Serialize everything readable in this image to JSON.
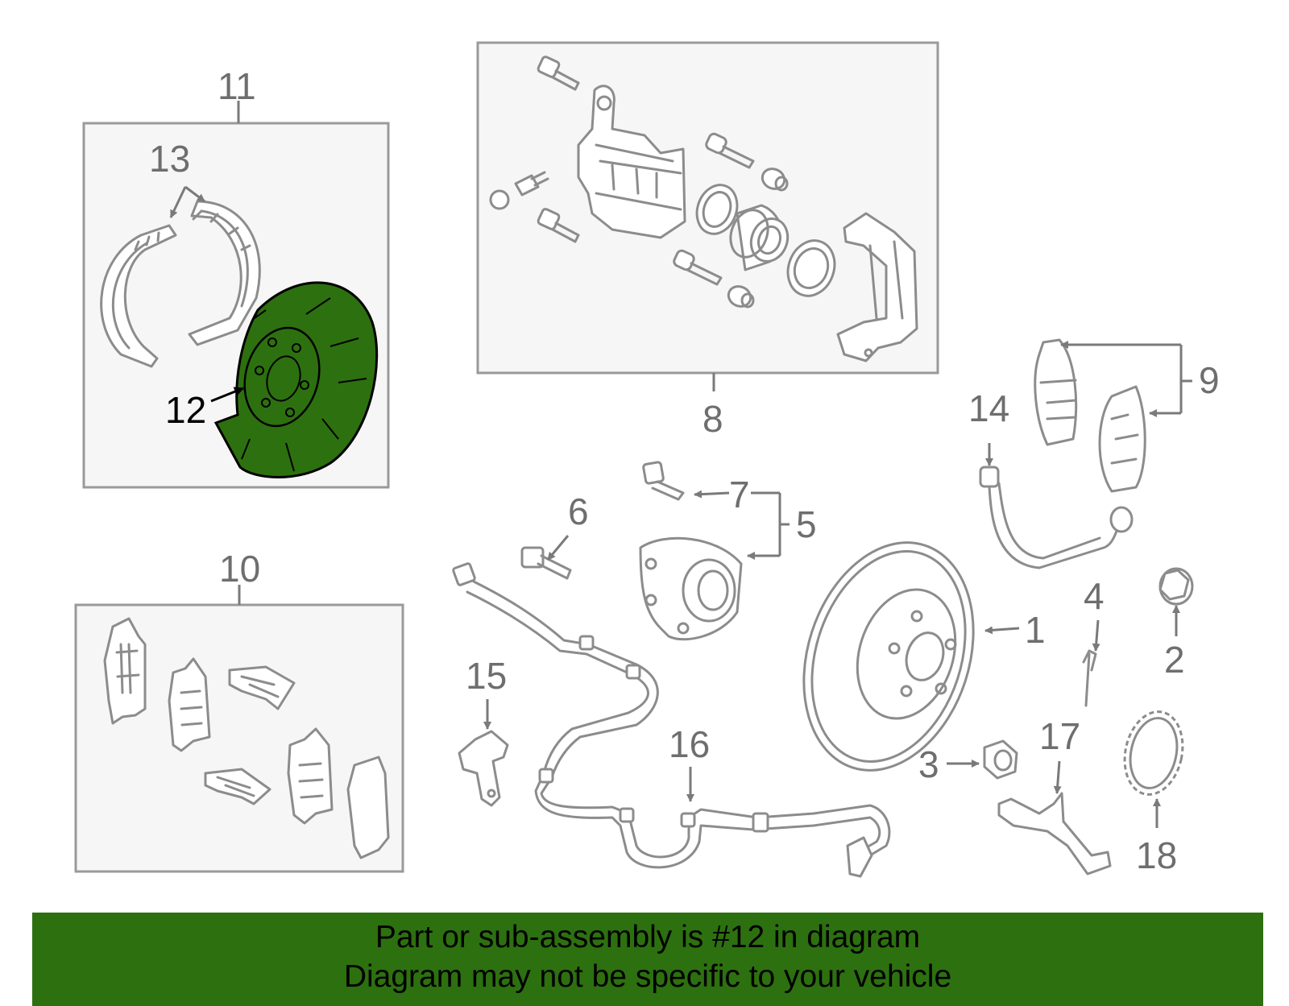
{
  "callouts": {
    "c1": "1",
    "c2": "2",
    "c3": "3",
    "c4": "4",
    "c5": "5",
    "c6": "6",
    "c7": "7",
    "c8": "8",
    "c9": "9",
    "c10": "10",
    "c11": "11",
    "c12": "12",
    "c13": "13",
    "c14": "14",
    "c15": "15",
    "c16": "16",
    "c17": "17",
    "c18": "18"
  },
  "highlight": {
    "part": "12",
    "color": "#2d7010"
  },
  "banner": {
    "line1": "Part or sub-assembly is #12 in diagram",
    "line2": "Diagram may not be specific to your vehicle",
    "color": "#2d7010"
  }
}
